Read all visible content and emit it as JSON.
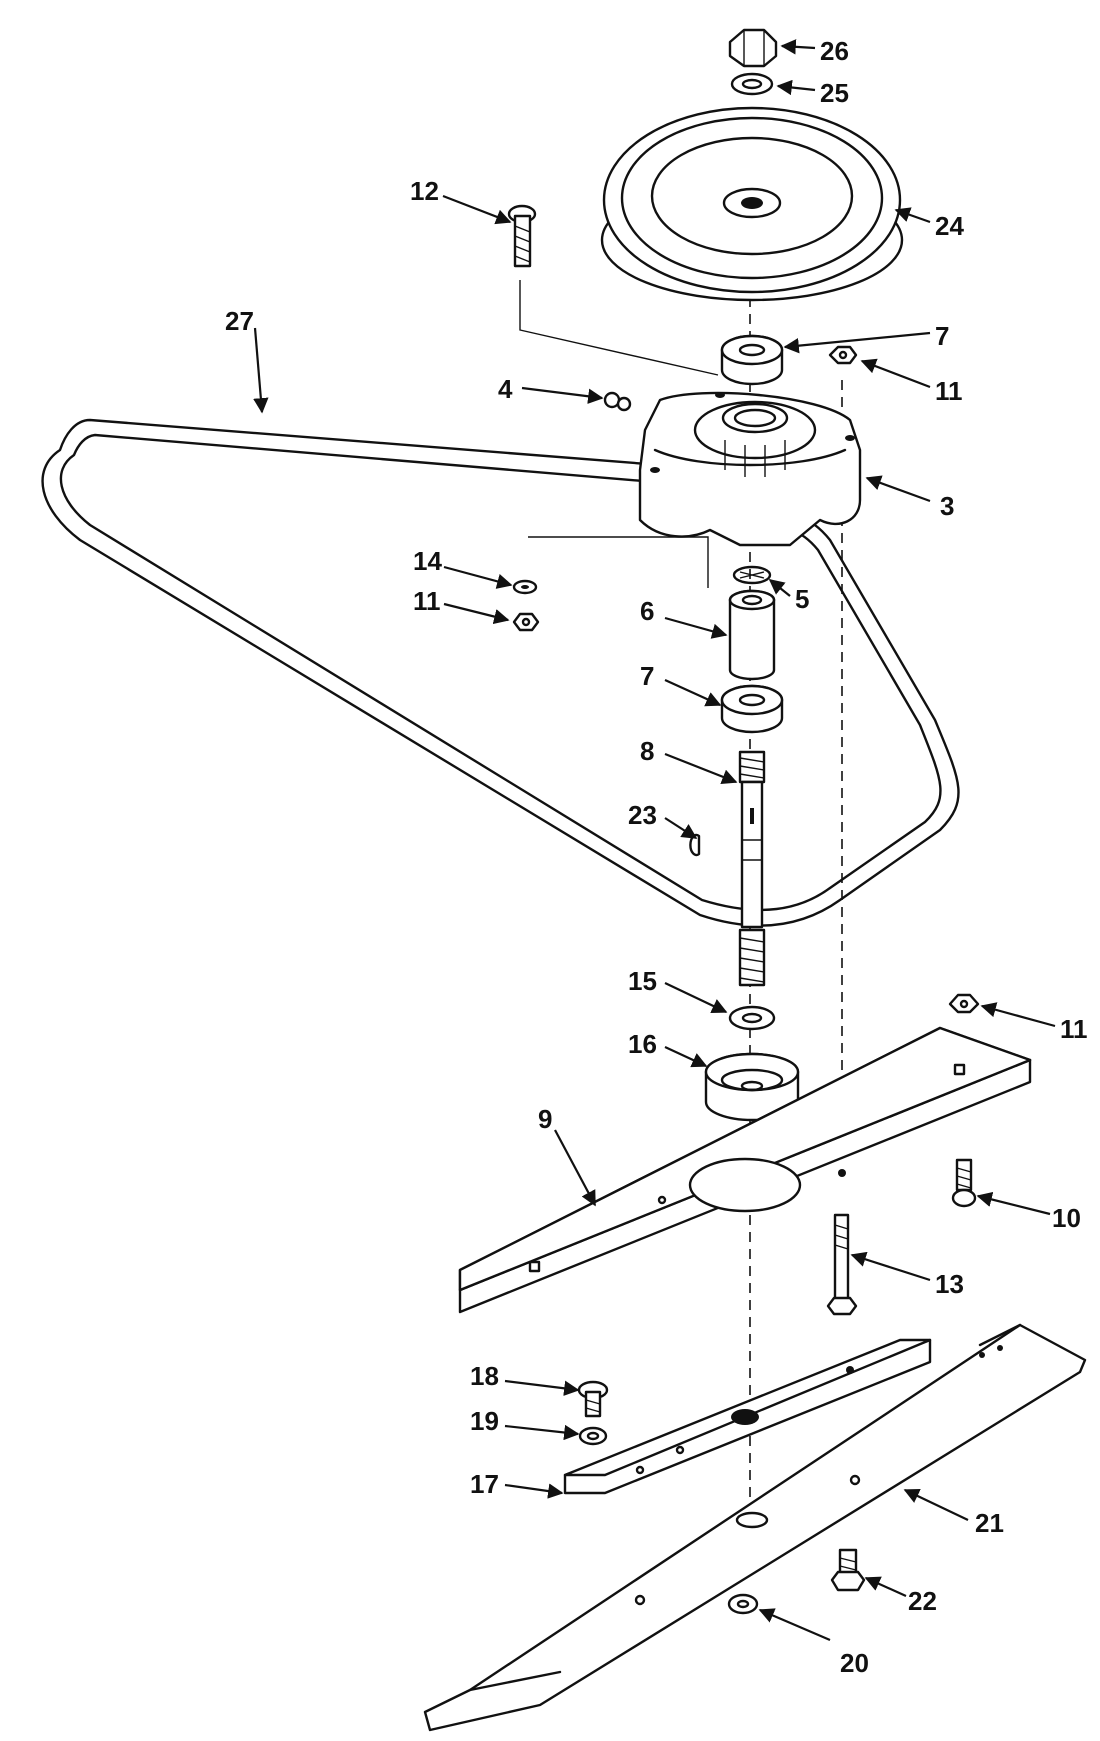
{
  "diagram": {
    "labels": [
      "26",
      "25",
      "24",
      "12",
      "7",
      "27",
      "4",
      "11",
      "3",
      "14",
      "11",
      "5",
      "6",
      "7",
      "8",
      "23",
      "15",
      "16",
      "11",
      "9",
      "10",
      "13",
      "18",
      "19",
      "17",
      "21",
      "22",
      "20"
    ]
  }
}
